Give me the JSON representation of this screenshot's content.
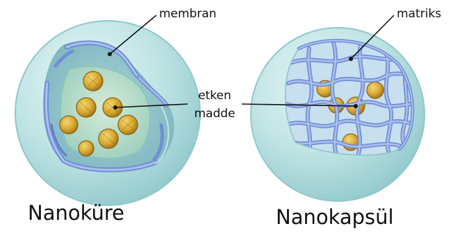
{
  "labels": {
    "membrane": "membran",
    "matrix": "matriks",
    "active_line1": "etken",
    "active_line2": "madde"
  },
  "captions": {
    "left": "Nanoküre",
    "right": "Nanokapsül"
  },
  "colors": {
    "sphere_fill": "#bfe3e4",
    "sphere_edge": "#8ec8cb",
    "network_stroke": "#6f8fd6",
    "network_light": "#aebfee",
    "particle_fill": "#d7a72f",
    "particle_edge": "#8a6412",
    "text": "#111111"
  }
}
